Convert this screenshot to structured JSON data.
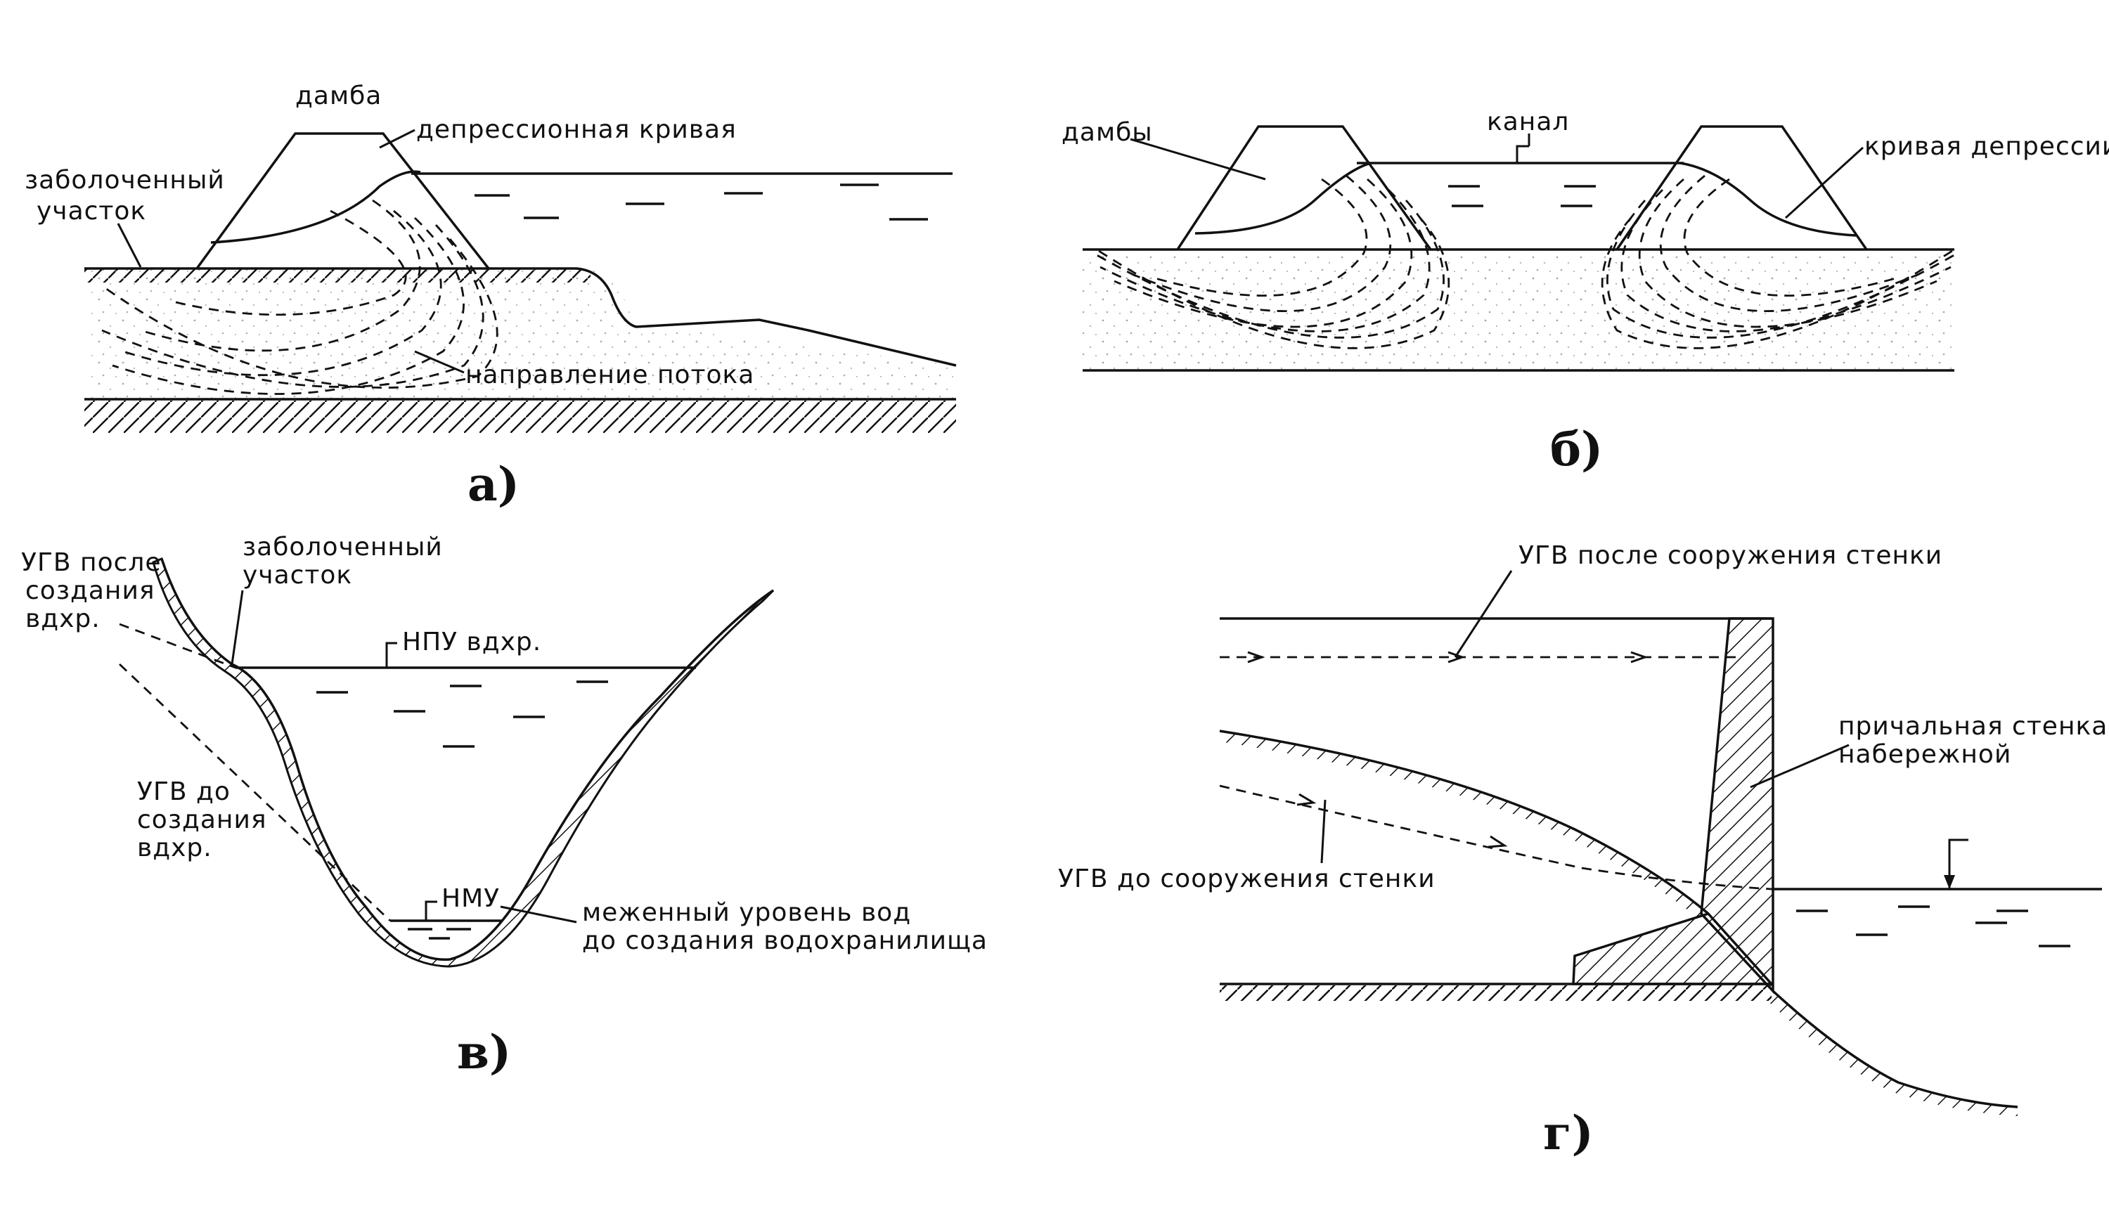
{
  "panel_a": {
    "caption": "а)",
    "label_dam": "дамба",
    "label_curve": "депрессионная кривая",
    "label_swamp_1": "заболоченный",
    "label_swamp_2": "участок",
    "label_flow": "направление потока"
  },
  "panel_b": {
    "caption": "б)",
    "label_dams": "дамбы",
    "label_canal": "канал",
    "label_curve": "кривая депрессии"
  },
  "panel_v": {
    "caption": "в)",
    "label_gw_after_1": "УГВ после",
    "label_gw_after_2": "создания",
    "label_gw_after_3": "вдхр.",
    "label_swamp_1": "заболоченный",
    "label_swamp_2": "участок",
    "label_npu": "НПУ вдхр.",
    "label_gw_before_1": "УГВ до",
    "label_gw_before_2": "создания",
    "label_gw_before_3": "вдхр.",
    "label_nmu": "НМУ",
    "label_low_1": "меженный уровень вод",
    "label_low_2": "до создания водохранилища"
  },
  "panel_g": {
    "caption": "г)",
    "label_gw_after": "УГВ после сооружения стенки",
    "label_wall_1": "причальная стенка",
    "label_wall_2": "набережной",
    "label_gw_before": "УГВ до сооружения стенки"
  }
}
